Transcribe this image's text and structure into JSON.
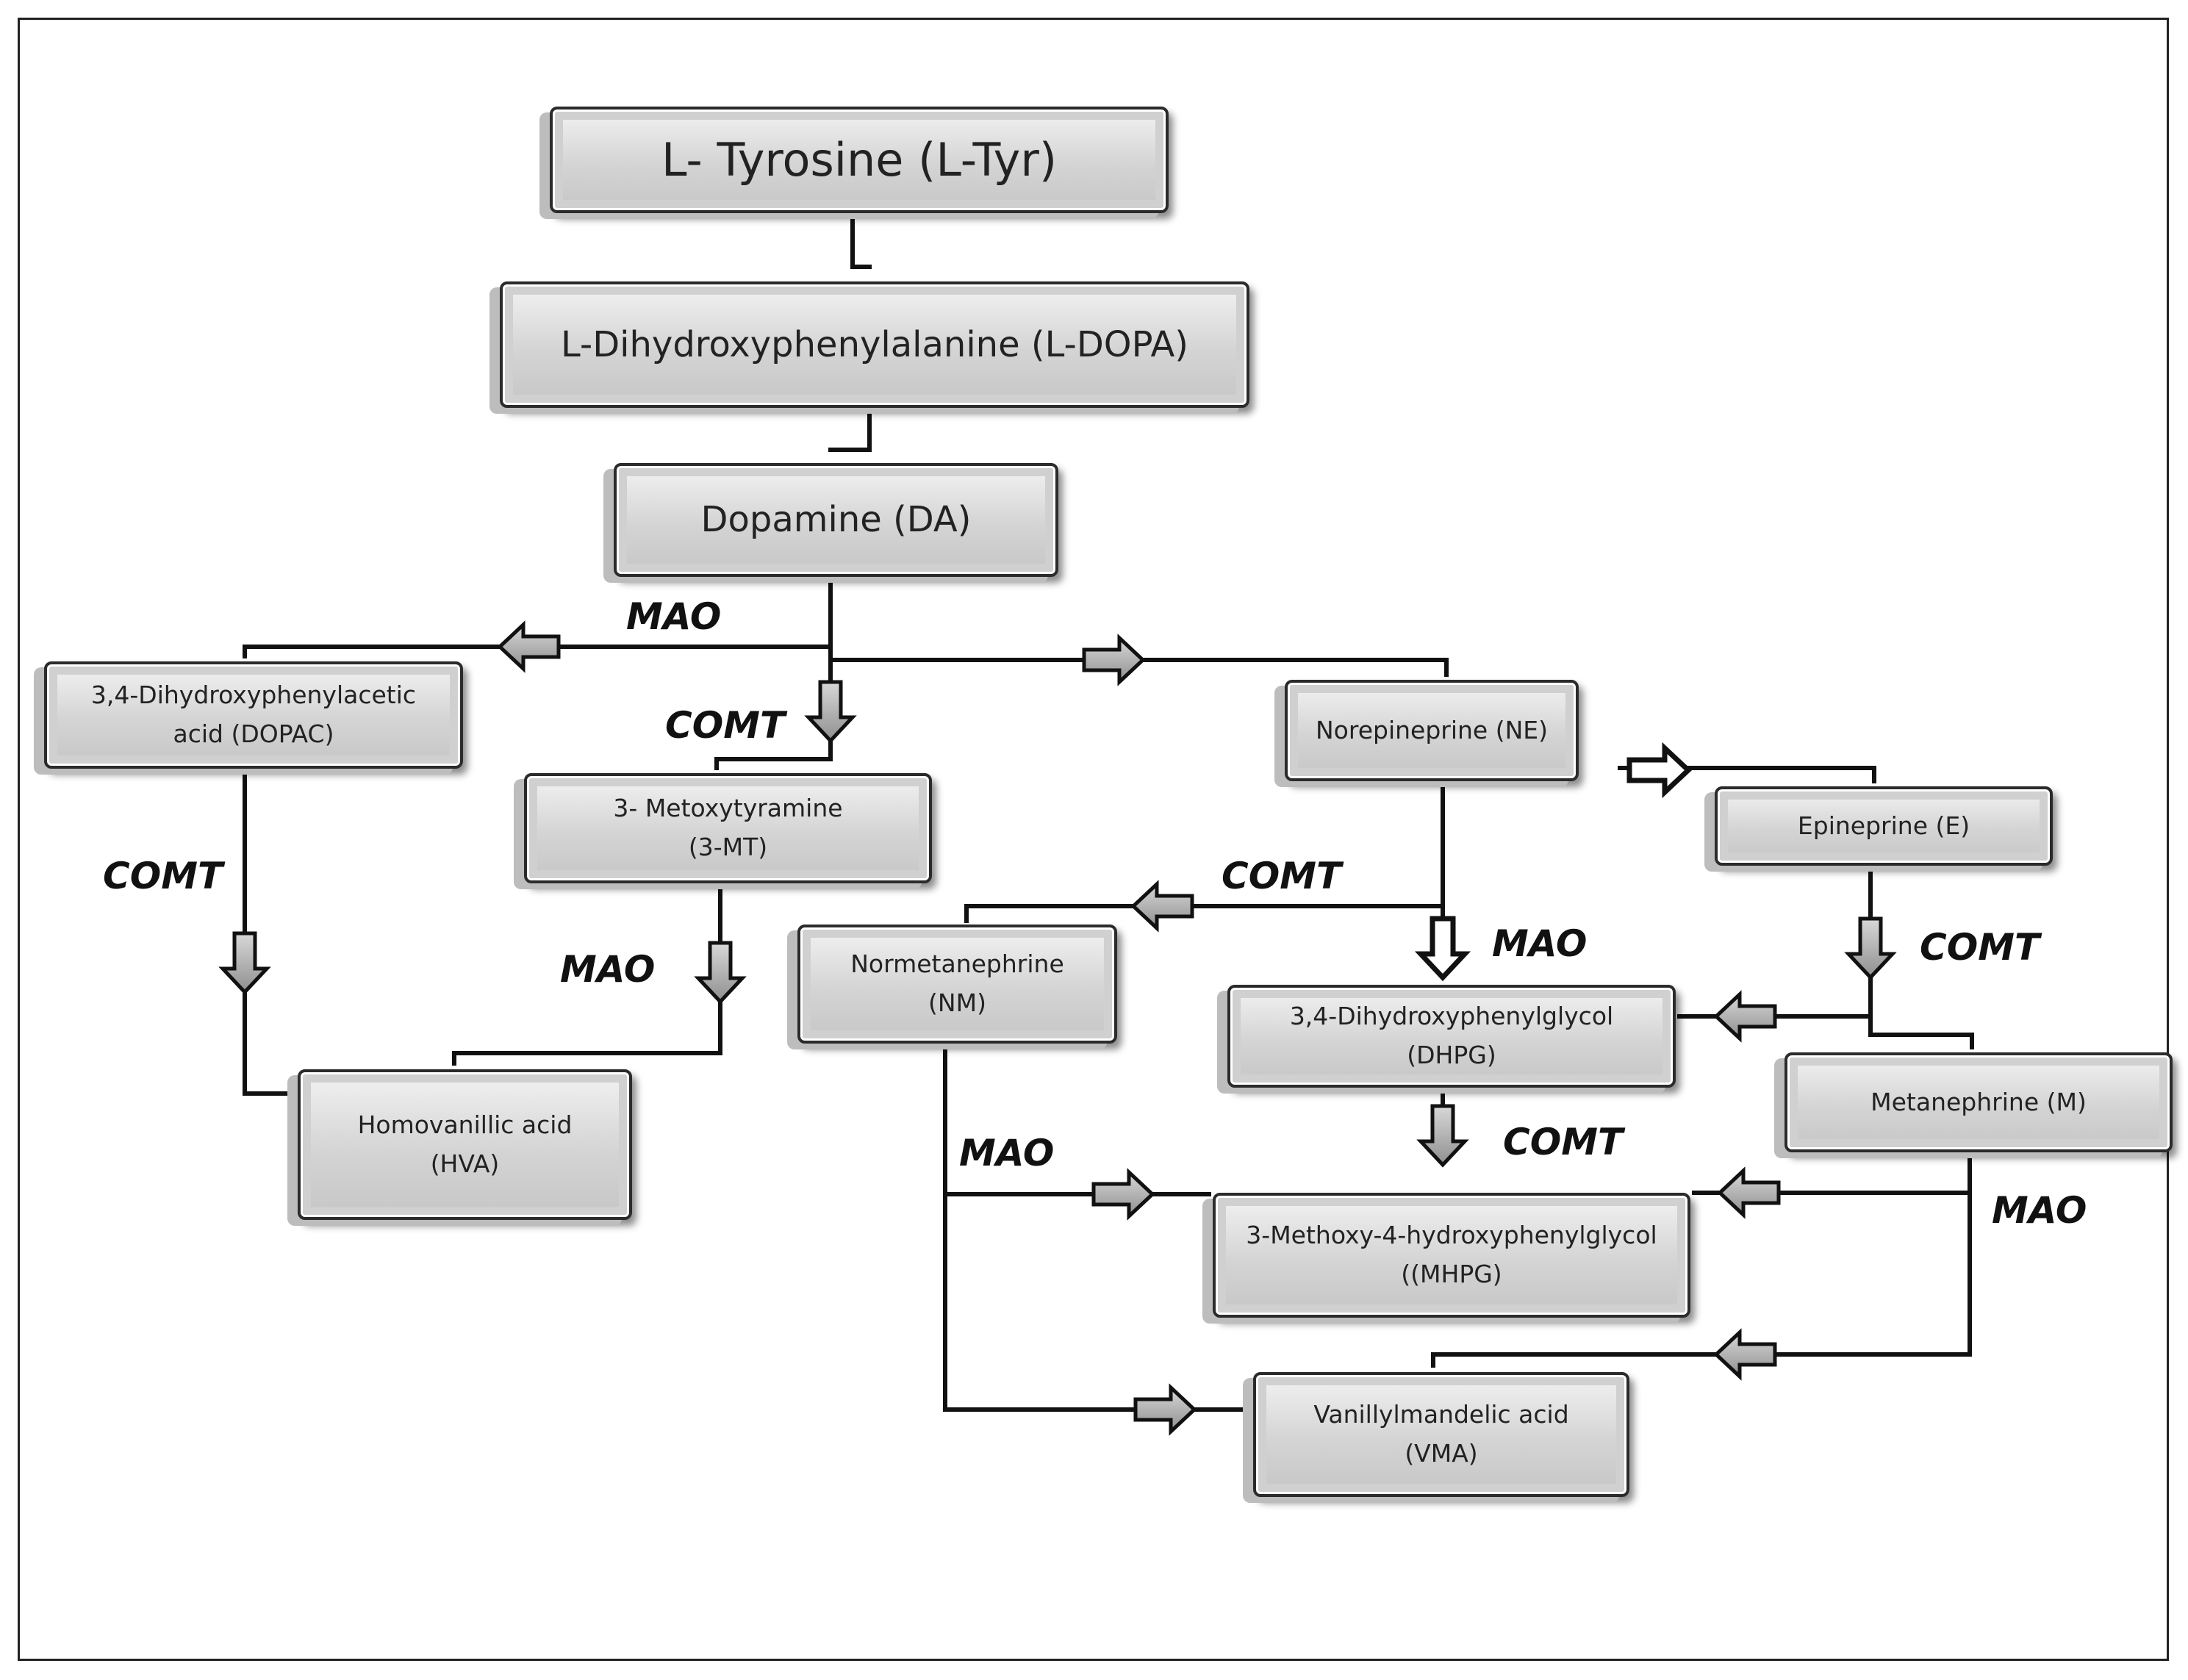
{
  "nodes": {
    "tyr": {
      "line1": "L- Tyrosine (L-Tyr)"
    },
    "dopa": {
      "line1": "L-Dihydroxyphenylalanine (L-DOPA)"
    },
    "da": {
      "line1": "Dopamine (DA)"
    },
    "dopac": {
      "line1": "3,4-Dihydroxyphenylacetic",
      "line2": "acid  (DOPAC)"
    },
    "mt": {
      "line1": "3- Metoxytyramine",
      "line2": "(3-MT)"
    },
    "ne": {
      "line1": "Norepineprine (NE)"
    },
    "e": {
      "line1": "Epineprine (E)"
    },
    "nm": {
      "line1": "Normetanephrine",
      "line2": "(NM)"
    },
    "dhpg": {
      "line1": "3,4-Dihydroxyphenylglycol",
      "line2": "(DHPG)"
    },
    "hva": {
      "line1": "Homovanillic acid",
      "line2": "(HVA)"
    },
    "m": {
      "line1": "Metanephrine (M)"
    },
    "mhpg": {
      "line1": "3-Methoxy-4-hydroxyphenylglycol",
      "line2": "((MHPG)"
    },
    "vma": {
      "line1": "Vanillylmandelic acid",
      "line2": "(VMA)"
    }
  },
  "enzymes": {
    "mao_da": "MAO",
    "comt_da": "COMT",
    "comt_dopac": "COMT",
    "mao_mt": "MAO",
    "comt_ne": "COMT",
    "mao_ne": "MAO",
    "comt_e": "COMT",
    "comt_dhpg": "COMT",
    "mao_nm": "MAO",
    "mao_m": "MAO"
  }
}
